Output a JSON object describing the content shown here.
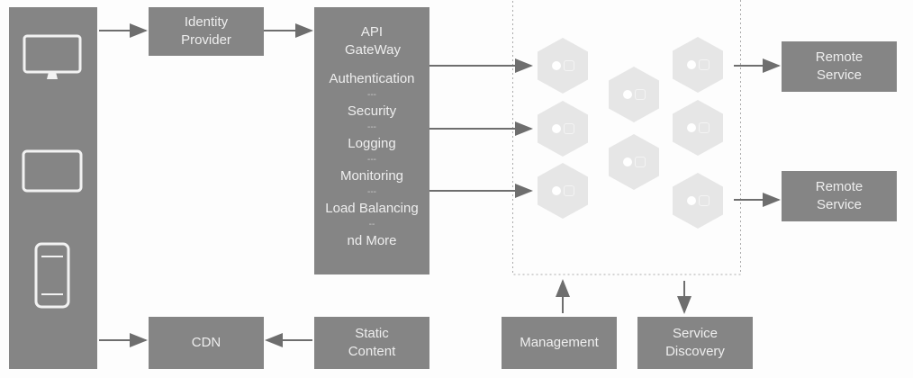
{
  "clients": {
    "icons": [
      "desktop-monitor-icon",
      "tablet-icon",
      "smartphone-icon"
    ]
  },
  "identity_provider": "Identity Provider",
  "gateway": {
    "title": "API GateWay",
    "items": [
      "Authentication",
      "Security",
      "Logging",
      "Monitoring",
      "Load Balancing",
      "nd More"
    ],
    "separators": [
      "---",
      "---",
      "---",
      "---",
      "--"
    ]
  },
  "remote_services": [
    "Remote Service",
    "Remote Service"
  ],
  "cdn": "CDN",
  "static_content": "Static Content",
  "management": "Management",
  "service_discovery": "Service Discovery",
  "colors": {
    "box": "#858585",
    "hex": "#e6e6e6",
    "arrow": "#6e6e6e"
  }
}
